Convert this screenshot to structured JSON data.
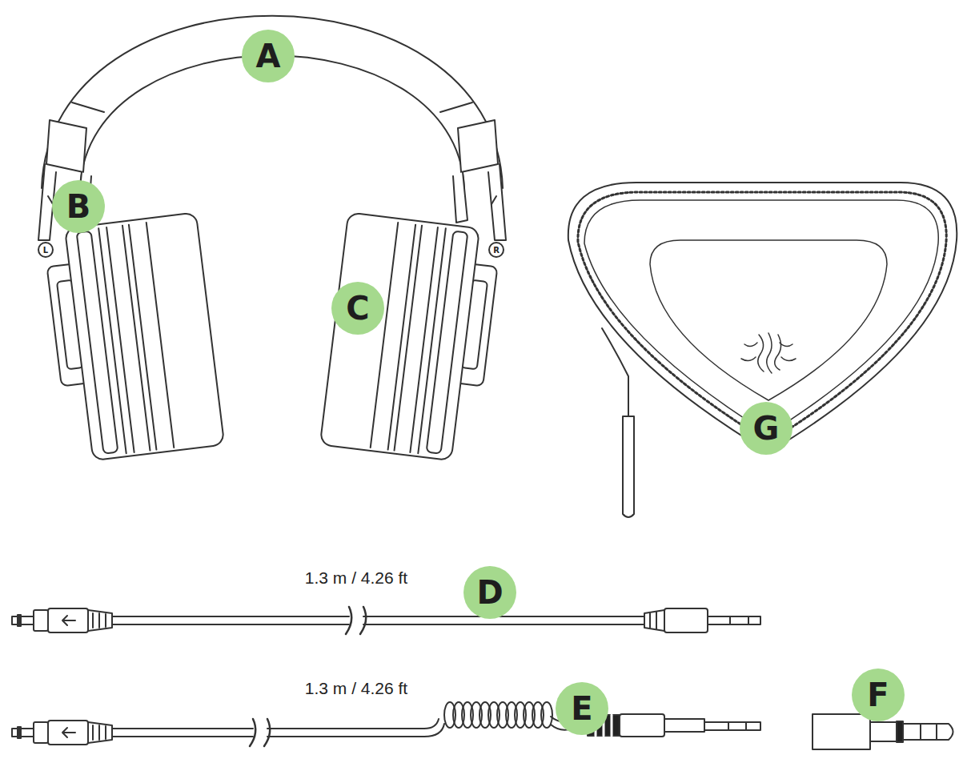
{
  "diagram": {
    "labels": [
      "A",
      "B",
      "L",
      "C",
      "R",
      "G",
      "1.3 m / 4.26 ft",
      "D",
      "1.3 m / 4.26 ft",
      "E",
      "F"
    ]
  }
}
